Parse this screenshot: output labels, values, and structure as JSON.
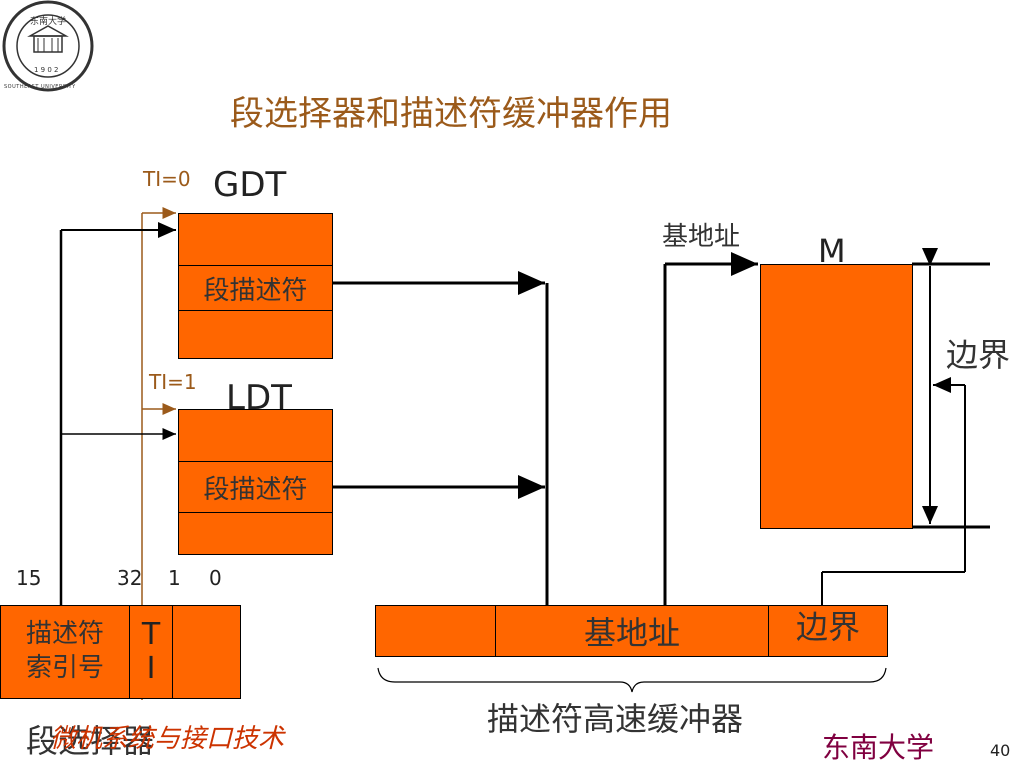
{
  "slide": {
    "title": "段选择器和描述符缓冲器作用",
    "page_number": "40",
    "footer_course": "微机系统与接口技术",
    "footer_university": "东南大学"
  },
  "logo": {
    "name": "SOUTHEAST UNIVERSITY",
    "chinese": "东南大学",
    "years": "1 9 0 2"
  },
  "gdt": {
    "ti_label": "TI=0",
    "name": "GDT",
    "descriptor_label": "段描述符"
  },
  "ldt": {
    "ti_label": "TI=1",
    "name": "LDT",
    "descriptor_label": "段描述符"
  },
  "memory": {
    "label": "M",
    "base_label": "基地址",
    "limit_label": "边界"
  },
  "selector": {
    "bit_15": "15",
    "bit_32": "32",
    "bit_1": "1",
    "bit_0": "0",
    "index_label": "描述符\n索引号",
    "ti_letters": "T\nI",
    "caption": "段选择器"
  },
  "cache": {
    "base_label": "基地址",
    "limit_label": "边界",
    "caption": "描述符高速缓冲器"
  },
  "colors": {
    "box_fill": "#ff6600",
    "title": "#9b5a1a",
    "line": "#000000",
    "ti_line": "#9b5a1a"
  }
}
